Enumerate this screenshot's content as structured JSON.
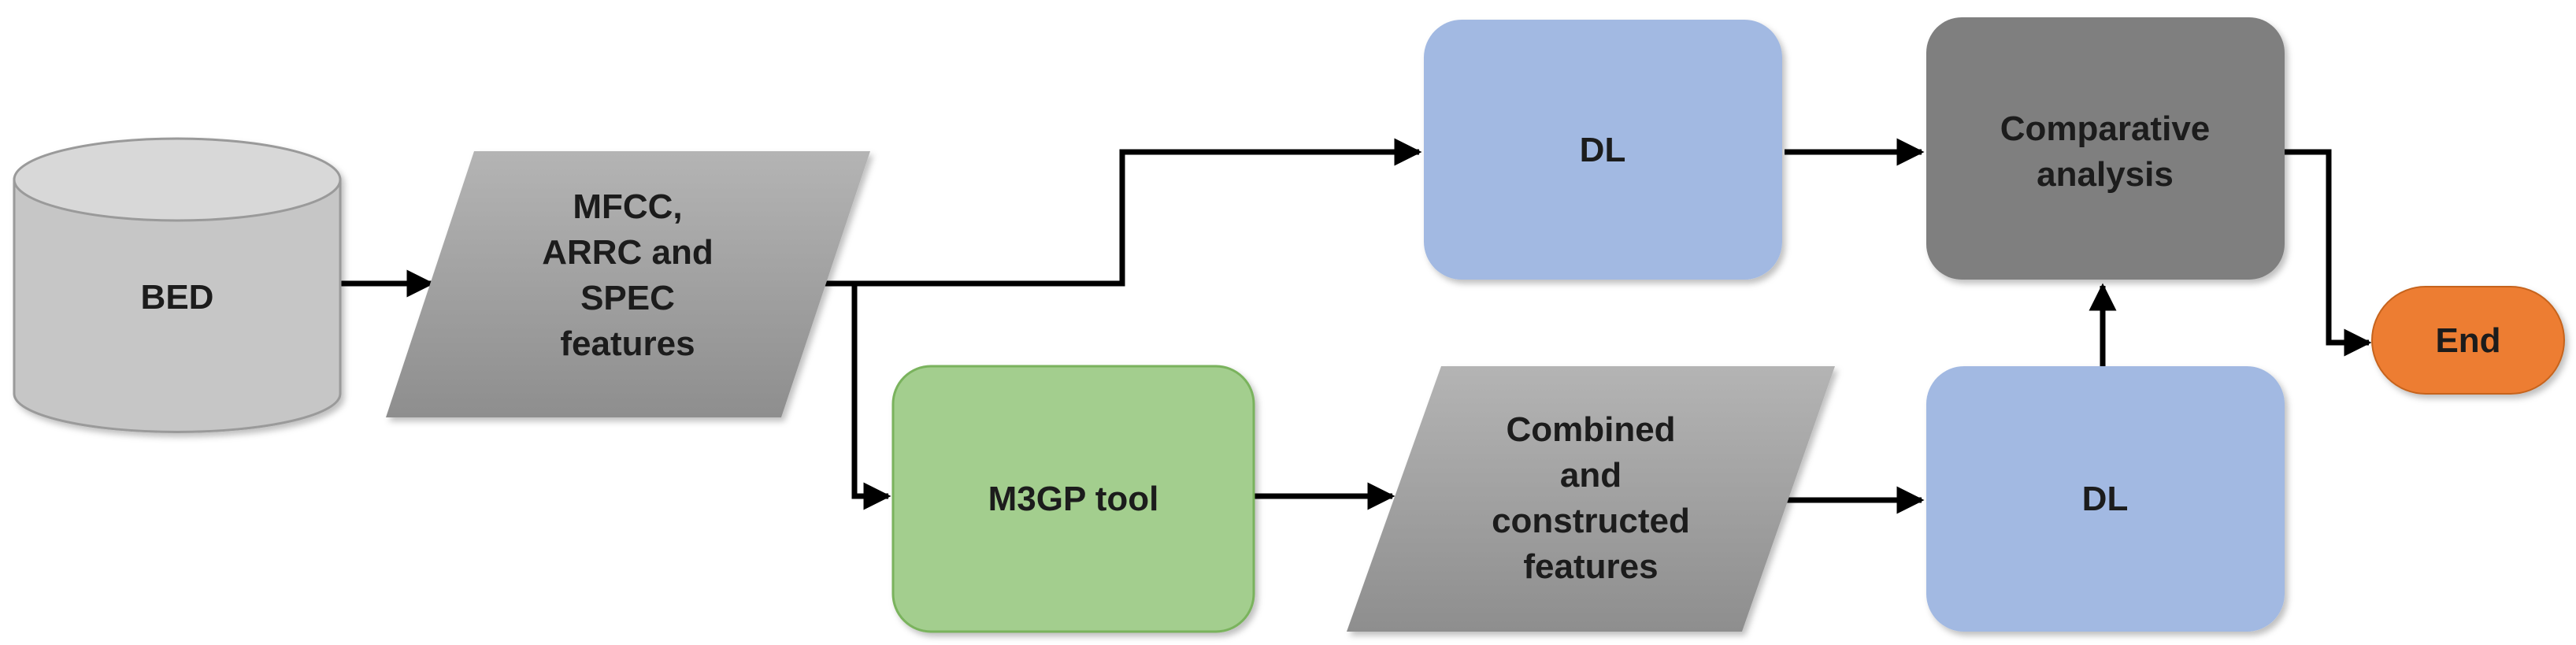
{
  "nodes": {
    "bed": {
      "lines": [
        "BED"
      ]
    },
    "features_in": {
      "lines": [
        "MFCC,",
        "ARRC  and",
        "SPEC",
        "features"
      ]
    },
    "dl_top": {
      "lines": [
        "DL"
      ]
    },
    "comparative": {
      "lines": [
        "Comparative",
        "analysis"
      ]
    },
    "end": {
      "lines": [
        "End"
      ]
    },
    "m3gp": {
      "lines": [
        "M3GP tool"
      ]
    },
    "combined": {
      "lines": [
        "Combined",
        "and",
        "constructed",
        "features"
      ]
    },
    "dl_bottom": {
      "lines": [
        "DL"
      ]
    }
  },
  "colors": {
    "cylinder_fill": "#c8c8c8",
    "cylinder_top": "#d6d6d6",
    "parallelogram_fill": "#a6a6a6",
    "dl_fill": "#a2b9e2",
    "comparative_fill": "#7f7f7f",
    "m3gp_fill": "#a3ce8e",
    "m3gp_stroke": "#7ab35d",
    "end_fill": "#ed7d31",
    "arrow": "#000000"
  }
}
